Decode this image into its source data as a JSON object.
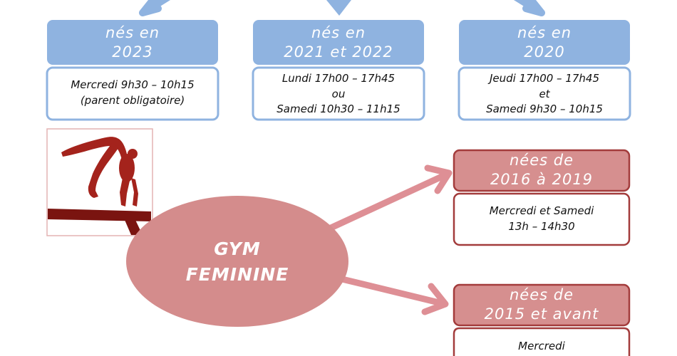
{
  "colors": {
    "blue_fill": "#8fb3e0",
    "blue_border": "#8fb3e0",
    "pink_fill": "#d68f8f",
    "pink_border": "#a33c3c",
    "ellipse_fill": "#d48c8c",
    "arrow_pink": "#de8f95",
    "gymnast": "#a4231c",
    "beam": "#7a1410"
  },
  "center": {
    "line1": "GYM",
    "line2": "FEMININE"
  },
  "blue_groups": [
    {
      "header": [
        "nés en",
        "2023"
      ],
      "schedule": [
        "Mercredi 9h30 – 10h15",
        "(parent obligatoire)"
      ]
    },
    {
      "header": [
        "nés en",
        "2021 et 2022"
      ],
      "schedule": [
        "Lundi 17h00 – 17h45",
        "ou",
        "Samedi 10h30 – 11h15"
      ]
    },
    {
      "header": [
        "nés en",
        "2020"
      ],
      "schedule": [
        "Jeudi 17h00 – 17h45",
        "et",
        "Samedi 9h30 – 10h15"
      ]
    }
  ],
  "pink_groups": [
    {
      "header": [
        "nées de",
        "2016 à 2019"
      ],
      "schedule": [
        "Mercredi et Samedi",
        "13h – 14h30"
      ]
    },
    {
      "header": [
        "nées de",
        "2015 et avant"
      ],
      "schedule": [
        "Mercredi"
      ]
    }
  ],
  "icons": {
    "gymnast": "gymnast-on-beam-icon"
  }
}
